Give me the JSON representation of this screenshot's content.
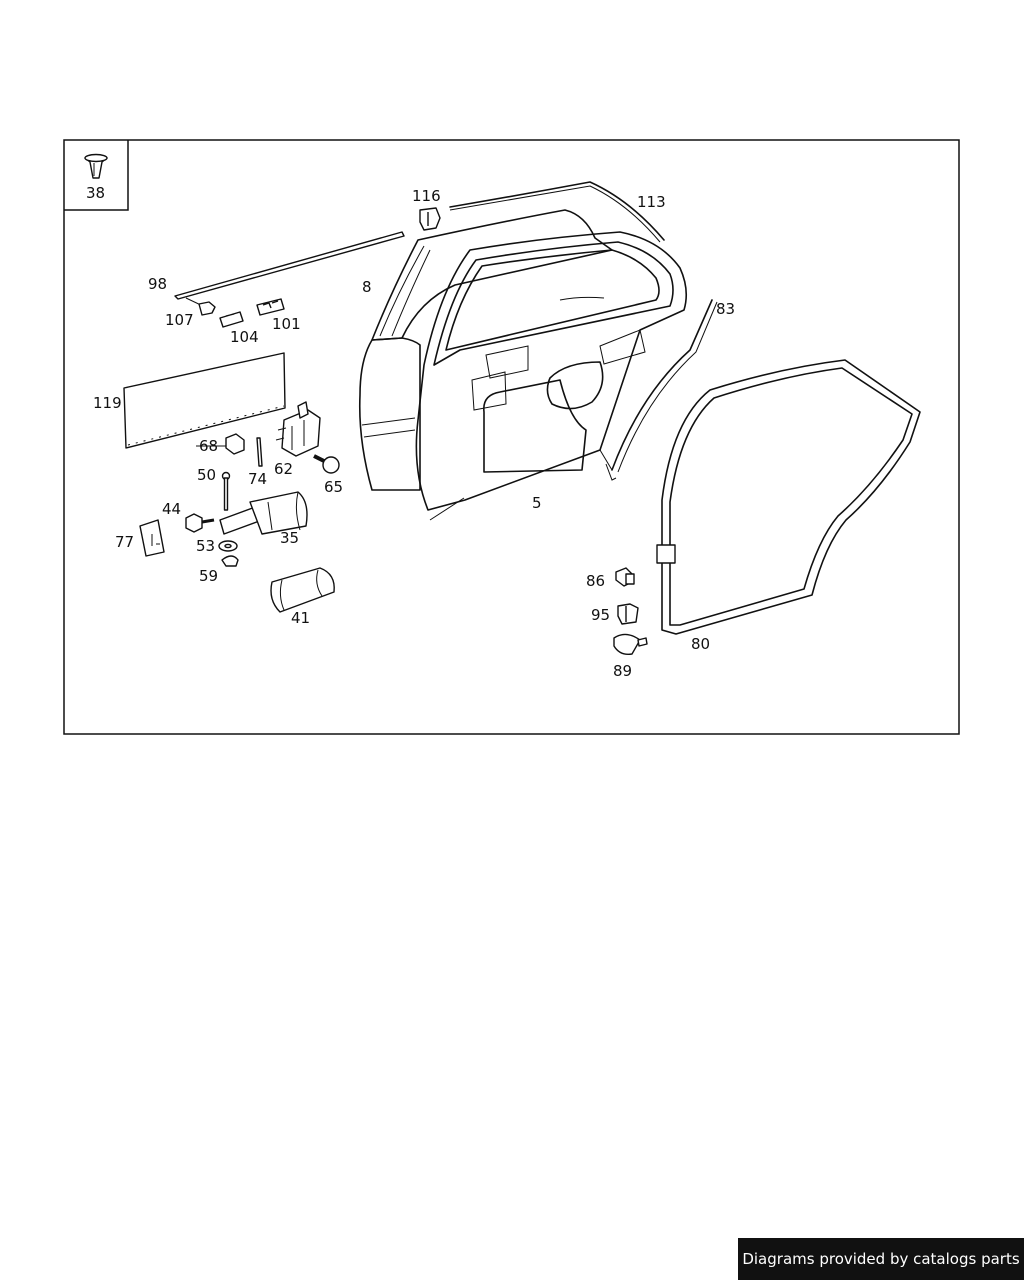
{
  "diagram": {
    "inset_label": "38",
    "labels": {
      "p5": "5",
      "p8": "8",
      "p35": "35",
      "p41": "41",
      "p44": "44",
      "p50": "50",
      "p53": "53",
      "p59": "59",
      "p62": "62",
      "p65": "65",
      "p68": "68",
      "p74": "74",
      "p77": "77",
      "p80": "80",
      "p83": "83",
      "p86": "86",
      "p89": "89",
      "p95": "95",
      "p98": "98",
      "p101": "101",
      "p104": "104",
      "p107": "107",
      "p113": "113",
      "p116": "116",
      "p119": "119"
    }
  },
  "footer": {
    "text": "Diagrams provided by catalogs parts"
  }
}
